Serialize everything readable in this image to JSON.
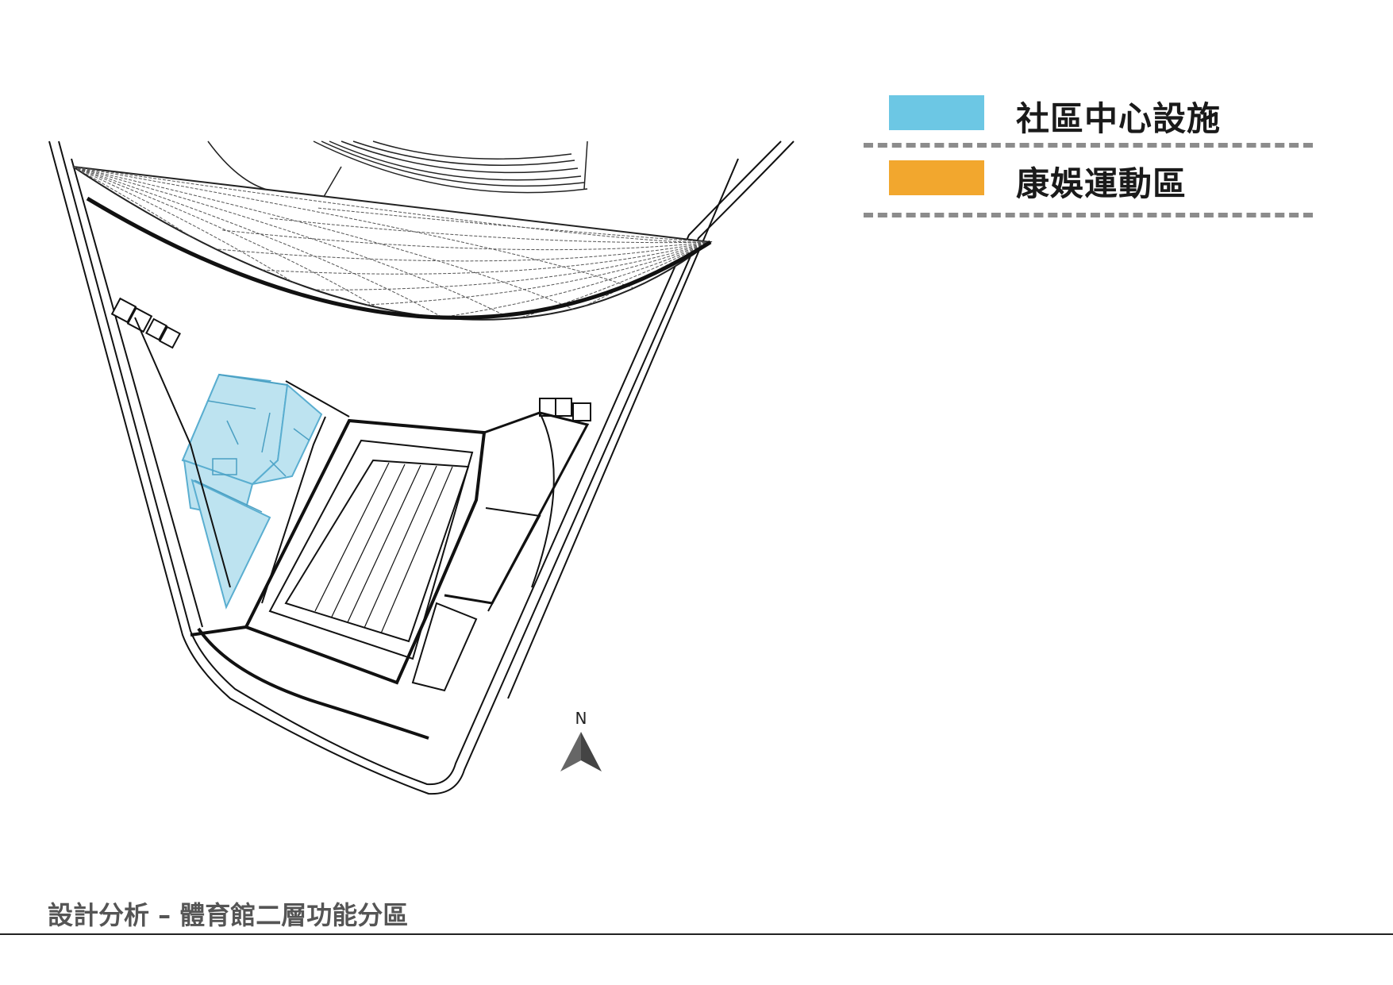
{
  "legend": {
    "items": [
      {
        "label": "社區中心設施",
        "color": "#6cc7e4"
      },
      {
        "label": "康娛運動區",
        "color": "#f2a72e"
      }
    ]
  },
  "north": {
    "label": "N"
  },
  "footer": {
    "title": "設計分析 – 體育館二層功能分區"
  },
  "colors": {
    "community_zone_fill": "#bde3f0",
    "community_zone_stroke": "#5aaed0",
    "linework": "#111111",
    "roof_grid": "#444444"
  }
}
